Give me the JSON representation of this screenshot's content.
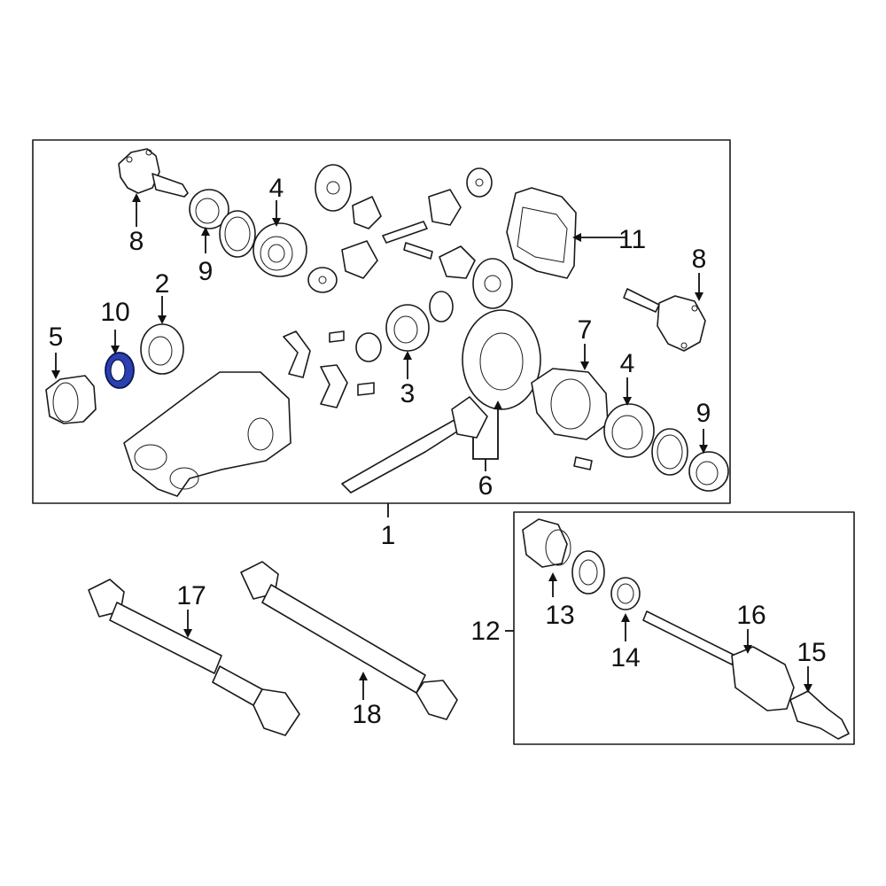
{
  "diagram": {
    "highlight_color": "#2a3fb0",
    "callouts": {
      "c1": "1",
      "c2": "2",
      "c3": "3",
      "c4a": "4",
      "c4b": "4",
      "c5": "5",
      "c6": "6",
      "c7": "7",
      "c8a": "8",
      "c8b": "8",
      "c9a": "9",
      "c9b": "9",
      "c10": "10",
      "c11": "11",
      "c12": "12",
      "c13": "13",
      "c14": "14",
      "c15": "15",
      "c16": "16",
      "c17": "17",
      "c18": "18"
    }
  }
}
